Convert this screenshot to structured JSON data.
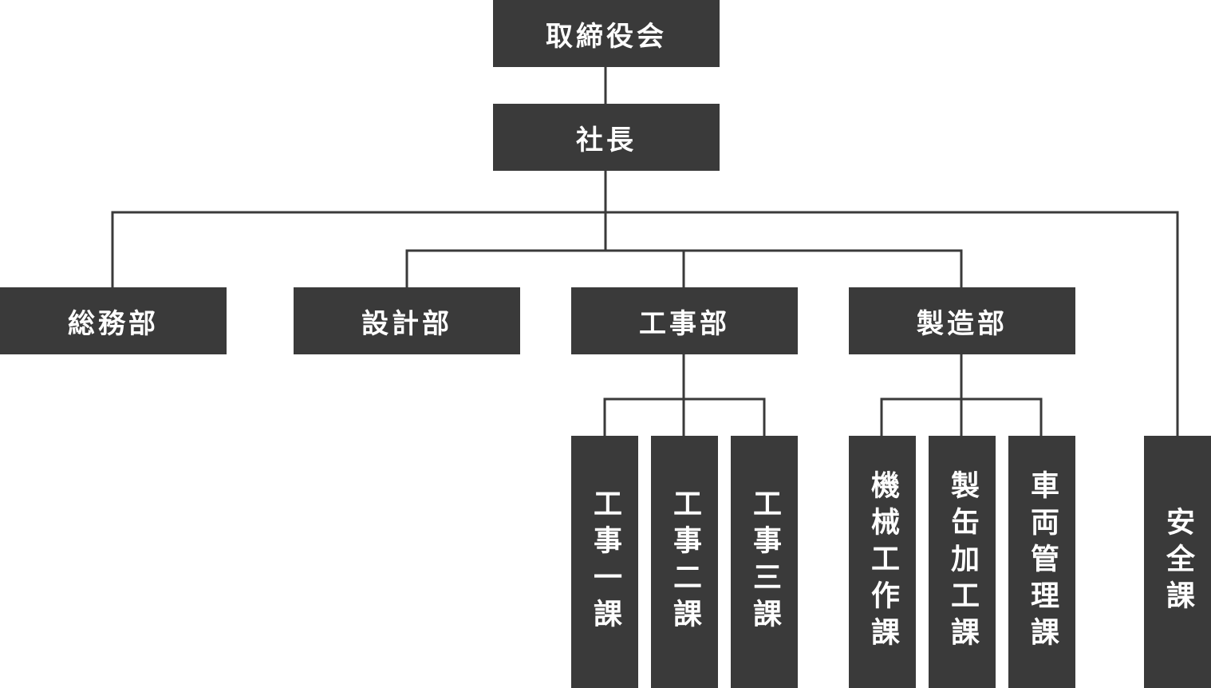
{
  "org_chart": {
    "board": "取締役会",
    "president": "社長",
    "departments": {
      "general_affairs": "総務部",
      "design": "設計部",
      "construction": "工事部",
      "manufacturing": "製造部"
    },
    "construction_sections": [
      "工事一課",
      "工事二課",
      "工事三課"
    ],
    "manufacturing_sections": [
      "機械工作課",
      "製缶加工課",
      "車両管理課"
    ],
    "safety_section": "安全課"
  },
  "colors": {
    "box_fill": "#3a3a3a",
    "box_text": "#ffffff",
    "connector": "#3a3a3a",
    "background": "#ffffff"
  }
}
